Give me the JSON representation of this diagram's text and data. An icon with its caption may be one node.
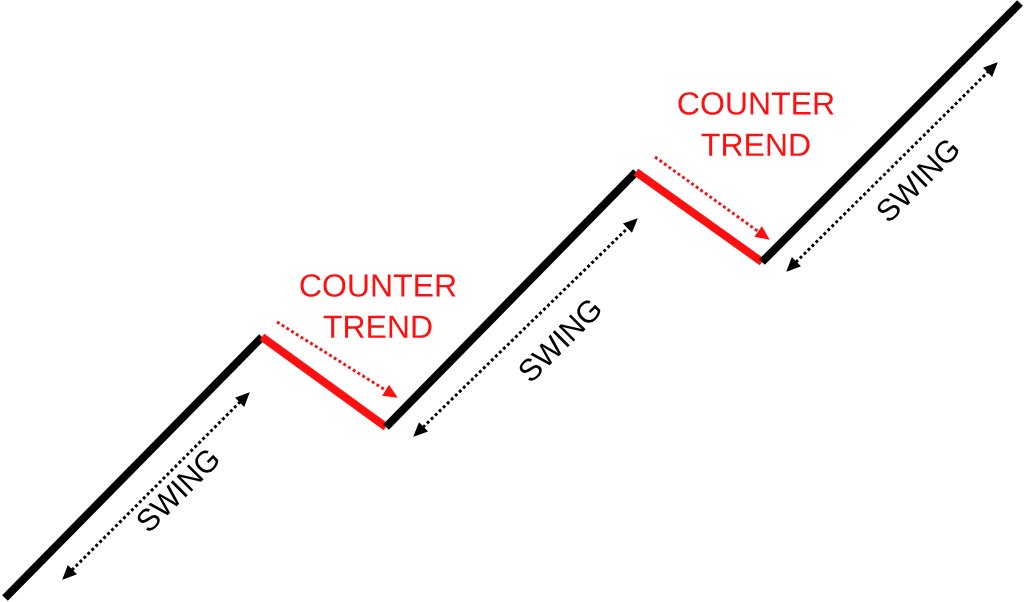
{
  "diagram": {
    "labels": [
      "SWING",
      "COUNTER TREND",
      "SWING",
      "COUNTER TREND",
      "SWING"
    ]
  }
}
